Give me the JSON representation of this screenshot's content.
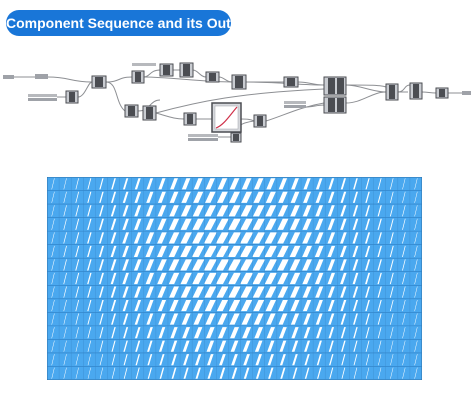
{
  "header": {
    "title": "Component Sequence and its Output"
  },
  "colors": {
    "accent": "#1976d8",
    "panel_fill": "#4aa8ef",
    "panel_opening": "#ffffff",
    "component_dark": "#4b4d52",
    "component_light": "#c9ccd1",
    "wire": "#8d8f93"
  },
  "icons": {
    "graph_mapper": "graph-mapper-icon",
    "components": "component-block-icon"
  },
  "output_panel": {
    "rows": 15,
    "columns": 31
  }
}
